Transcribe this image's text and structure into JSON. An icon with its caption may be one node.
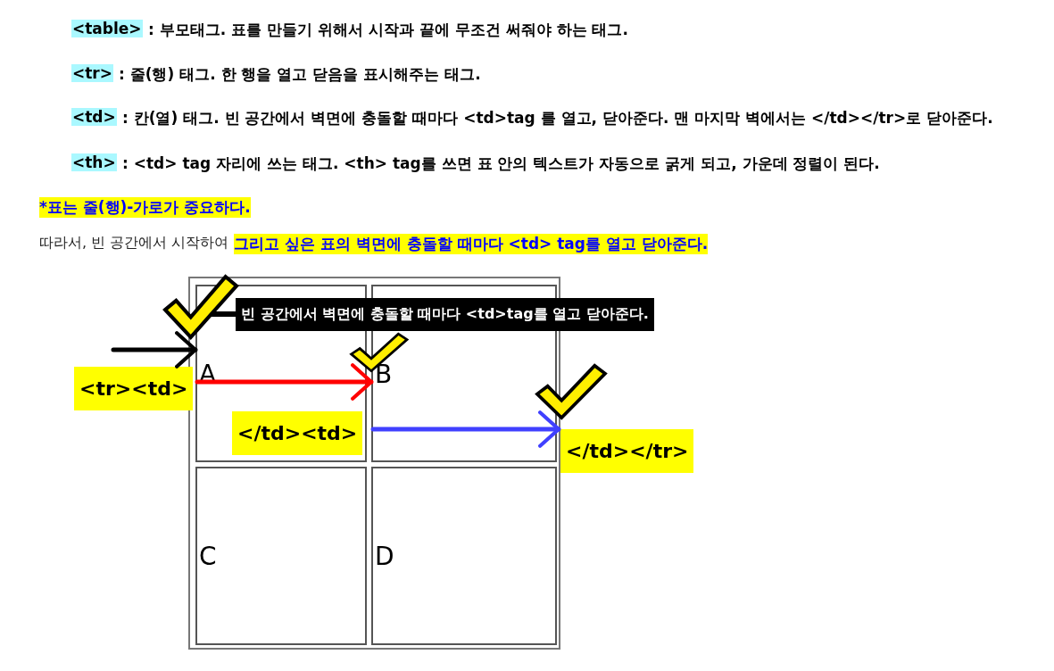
{
  "diagram": {
    "nodes": [
      {
        "text": [],
        "shape": "box"
      },
      {
        "text": [
          "A"
        ],
        "in": 0
      },
      {
        "text": [
          "B"
        ],
        "in": 0
      },
      {
        "text": [
          "C"
        ],
        "in": 0
      },
      {
        "text": [
          "D"
        ],
        "in": 0
      }
    ],
    "edges": [
      {
        "from": null,
        "to": 1,
        "arrow": "to"
      },
      {
        "from": 1,
        "to": 2,
        "arrow": "to",
        "color": "#ff0000"
      },
      {
        "from": 2,
        "to": 0,
        "arrow": "to",
        "color": "#4040ff"
      }
    ],
    "labels": [
      "<table>",
      ": 부모태그. 표를 만들기 위해서 시작과 끝에 무조건 써줘야 하는 태그.",
      "<tr>",
      ": 줄(행) 태그. 한 행을 열고 닫음을 표시해주는 태그.",
      "<td>",
      ": 칸(열) 태그. 빈 공간에서 벽면에 충돌할 때마다 <td>tag 를 열고, 닫아준다. 맨 마지막 벽에서는 </td></tr>로 닫아준다.",
      "<th>",
      ": <td> tag 자리에 쓰는 태그. <th> tag를 쓰면 표 안의 텍스트가 자동으로 굵게 되고, 가운데 정렬이 된다.",
      "*표는 줄(행)-가로가 중요하다.",
      "따라서, 빈 공간에서 시작하여",
      "그리고 싶은 표의 벽면에 충돌할 때마다 <td> tag를 열고 닫아준다.",
      "빈 공간에서 벽면에 충돌할 때마다 <td>tag를 열고 닫아준다.",
      "<tr><td>",
      "</td><td>",
      "</td></tr>"
    ]
  }
}
